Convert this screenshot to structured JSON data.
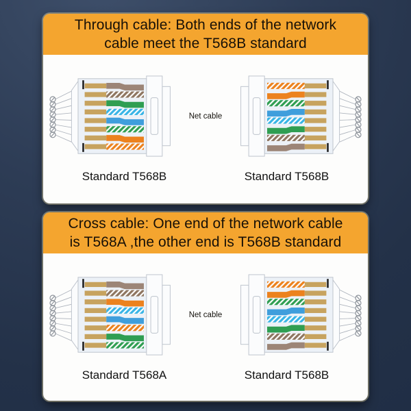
{
  "theme": {
    "background_top": "#3E4F6A",
    "background_bottom": "#202E45",
    "banner_color": "#F4A52F",
    "card_color": "#FDFDFC",
    "text_color": "#171007"
  },
  "wire_colors": {
    "tan": "#C7A35F",
    "brown": "#9C8577",
    "brown_stripe": "#8E7560",
    "green": "#2F9E52",
    "green_stripe": "#2F9E52",
    "blue": "#3F9EDC",
    "blue_stripe": "#38B4E6",
    "orange": "#EC821E",
    "orange_stripe": "#EC821E",
    "body": "#ECF1F7",
    "outline": "#BDC3CC",
    "spiral": "#8A9098"
  },
  "cards": [
    {
      "title_line1": "Through cable: Both ends of the network",
      "title_line2": "cable meet the T568B standard",
      "net_cable_label": "Net cable",
      "left": {
        "caption": "Standard T568B",
        "wires": [
          "brown",
          "brown-stripe",
          "green",
          "blue-stripe",
          "blue",
          "green-stripe",
          "orange",
          "orange-stripe"
        ]
      },
      "right": {
        "caption": "Standard T568B",
        "wires": [
          "orange-stripe",
          "orange",
          "green-stripe",
          "blue",
          "blue-stripe",
          "green",
          "brown-stripe",
          "brown"
        ]
      }
    },
    {
      "title_line1": "Cross cable: One end of the network cable",
      "title_line2": "is T568A ,the other end is T568B standard",
      "net_cable_label": "Net cable",
      "left": {
        "caption": "Standard T568A",
        "wires": [
          "brown",
          "brown-stripe",
          "orange",
          "blue-stripe",
          "blue",
          "orange-stripe",
          "green",
          "green-stripe"
        ]
      },
      "right": {
        "caption": "Standard T568B",
        "wires": [
          "orange-stripe",
          "orange",
          "green-stripe",
          "blue",
          "blue-stripe",
          "green",
          "brown-stripe",
          "brown"
        ]
      }
    }
  ]
}
